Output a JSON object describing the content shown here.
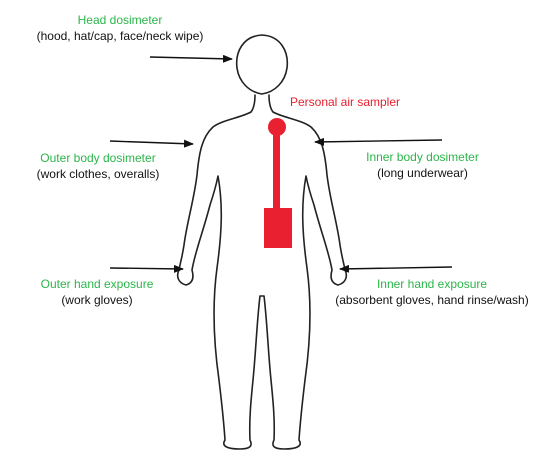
{
  "labels": {
    "head": {
      "title": "Head dosimeter",
      "detail": "(hood, hat/cap, face/neck wipe)"
    },
    "outer_body": {
      "title": "Outer body dosimeter",
      "detail": "(work clothes, overalls)"
    },
    "inner_body": {
      "title": "Inner body dosimeter",
      "detail": "(long underwear)"
    },
    "outer_hand": {
      "title": "Outer hand exposure",
      "detail": "(work gloves)"
    },
    "inner_hand": {
      "title": "Inner hand exposure",
      "detail": "(absorbent gloves, hand rinse/wash)"
    },
    "air_sampler": "Personal air sampler"
  },
  "colors": {
    "label_title": "#2bb64a",
    "label_detail": "#111111",
    "sampler": "#e8202f",
    "outline": "#222222",
    "arrow": "#111111"
  }
}
